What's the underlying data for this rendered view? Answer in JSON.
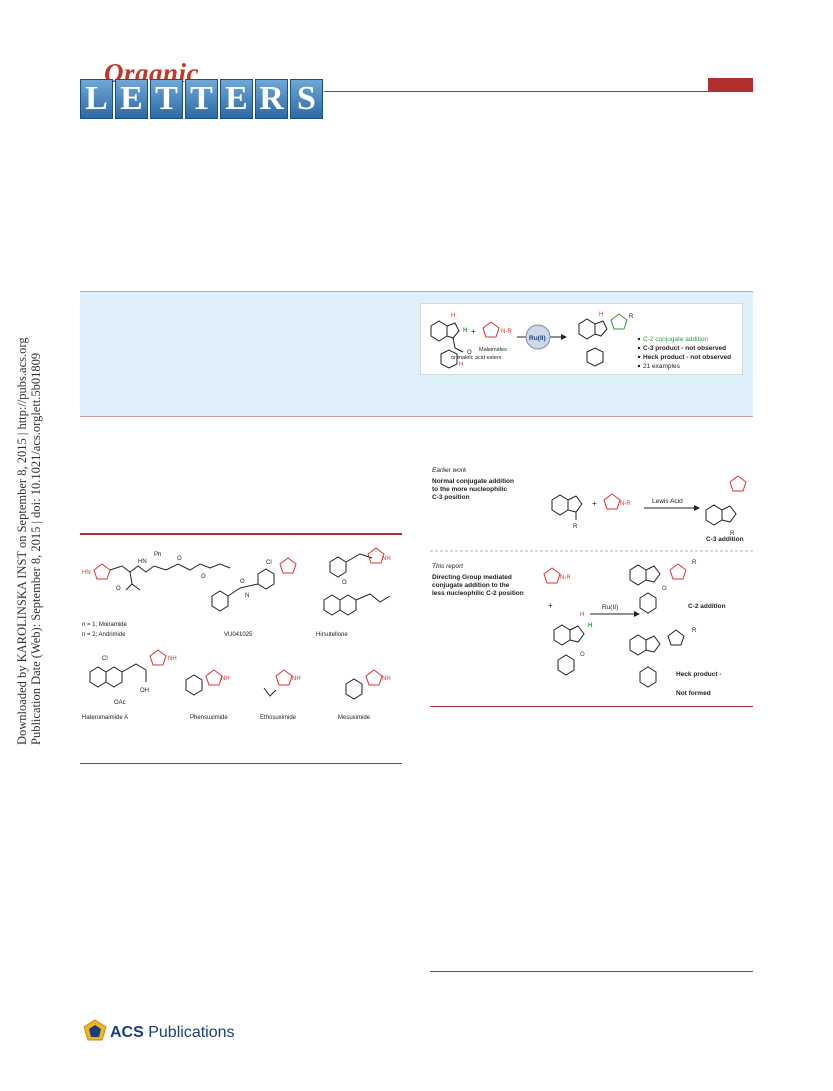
{
  "masthead": {
    "journal_word": "Organic",
    "journal_letters": [
      "L",
      "E",
      "T",
      "T",
      "E",
      "R",
      "S"
    ]
  },
  "side_text": {
    "line1": "Downloaded by KAROLINSKA INST on September 8, 2015 | http://pubs.acs.org",
    "line2": "Publication Date (Web): September 8, 2015 | doi: 10.1021/acs.orglett.5b01809"
  },
  "toc": {
    "maleimides_label": "Maleimides",
    "maleic_label": "or maleic acid esters",
    "catalyst_label": "Ru(II)",
    "nr_label": "N-R",
    "bullets": [
      {
        "text": "C-2 conjugate addition",
        "color": "#2e9e3e"
      },
      {
        "text": "C-3 product - not observed",
        "color": "#222222"
      },
      {
        "text": "Heck product - not observed",
        "color": "#222222"
      },
      {
        "text": "21 examples",
        "color": "#222222"
      }
    ]
  },
  "figure_left": {
    "n1_label": "n = 1; Moiramide",
    "n2_label": "n = 2; Andrimide",
    "compound_vu": "VU041025",
    "compound_hirsutellone": "Hirsutellone",
    "compound_haterumaimide": "Haterumaimide A",
    "compound_phensuximide": "Phensuximide",
    "compound_ethosuximide": "Ethosuximide",
    "compound_mesuximide": "Mesuximide",
    "oac_label": "OAc",
    "oh_label": "OH",
    "cl_label": "Cl",
    "ph_label": "Ph"
  },
  "figure_right": {
    "earlier_work": "Earlier work",
    "earlier_desc": [
      "Normal conjugate addition",
      "to the more nucleophilic",
      "C-3 position"
    ],
    "lewis_acid": "Lewis Acid",
    "c3_addition": "C-3 addition",
    "this_report": "This report",
    "report_desc": [
      "Directing Group mediated",
      "conjugate addition to the",
      "less nucleophilic C-2 position"
    ],
    "ru_label": "Ru(II)",
    "c2_addition": "C-2 addition",
    "heck_product": "Heck product -",
    "not_formed": "Not formed"
  },
  "footer": {
    "acs": "ACS",
    "publications": "Publications"
  },
  "colors": {
    "brand_red": "#b03030",
    "abstract_bg": "#dff0fb",
    "maleimide_red": "#d9342b",
    "highlight_green": "#2e9e3e"
  }
}
